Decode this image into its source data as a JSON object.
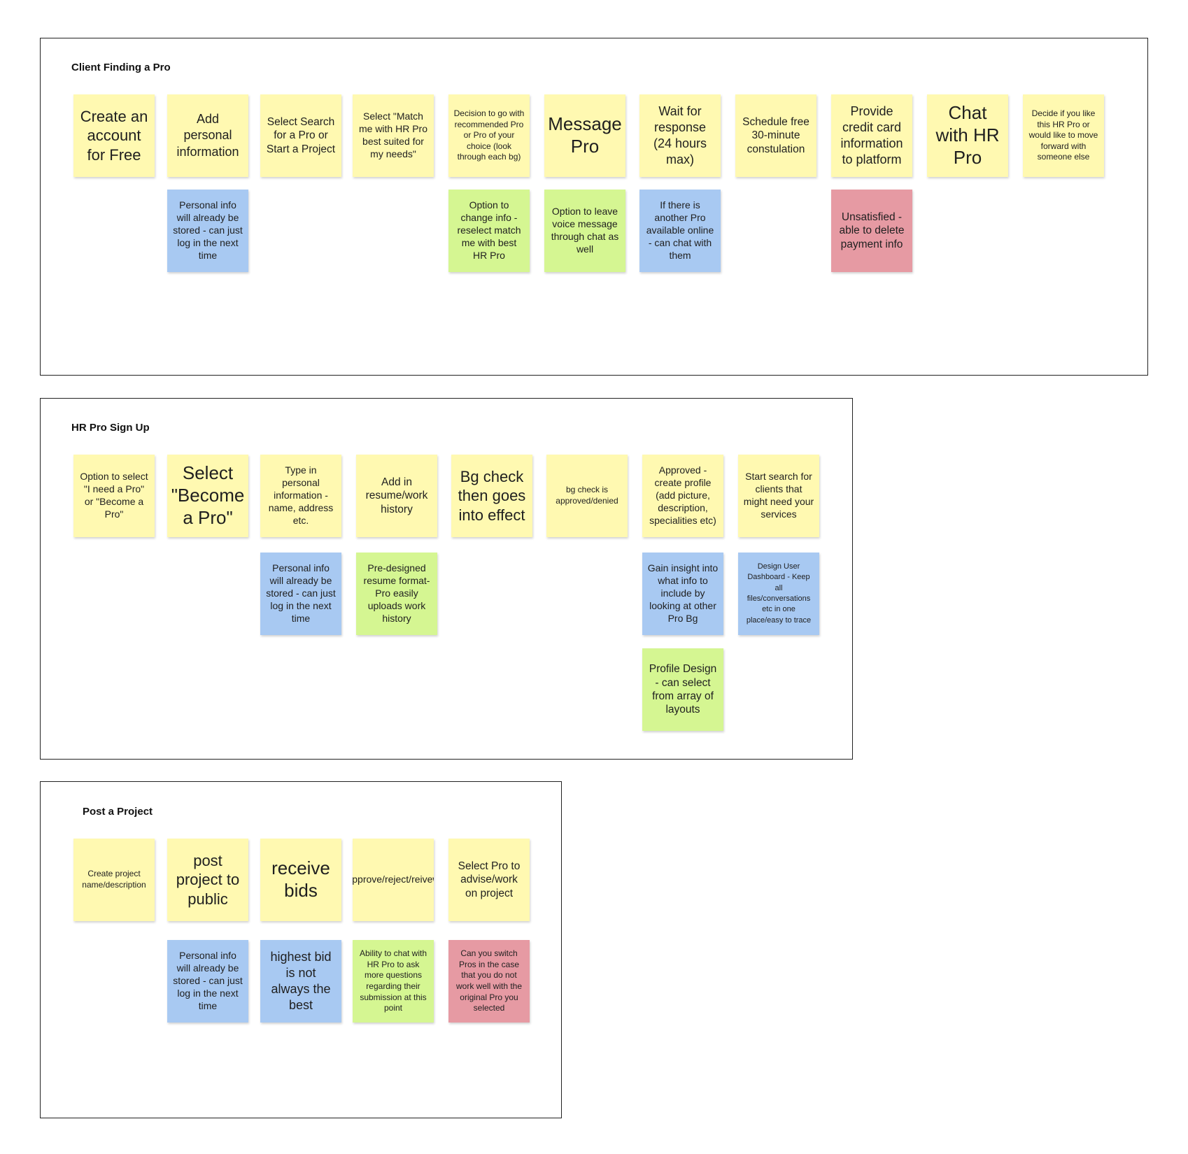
{
  "frames": [
    {
      "title": "Client Finding a Pro",
      "notes": [
        {
          "text": "Create an account for Free",
          "color": "yellow"
        },
        {
          "text": "Add personal information",
          "color": "yellow"
        },
        {
          "text": "Select Search for a Pro or Start a Project",
          "color": "yellow"
        },
        {
          "text": "Select \"Match me with HR Pro best suited for my needs\"",
          "color": "yellow"
        },
        {
          "text": "Decision to go with recommended Pro or Pro of your choice (look through each bg)",
          "color": "yellow"
        },
        {
          "text": "Message Pro",
          "color": "yellow"
        },
        {
          "text": "Wait for response (24 hours max)",
          "color": "yellow"
        },
        {
          "text": "Schedule free 30-minute constulation",
          "color": "yellow"
        },
        {
          "text": "Provide credit card information to platform",
          "color": "yellow"
        },
        {
          "text": "Chat with HR Pro",
          "color": "yellow"
        },
        {
          "text": "Decide if you like this HR Pro or would like to move forward with someone else",
          "color": "yellow"
        },
        {
          "text": "Personal info will already be stored - can just log in the next time",
          "color": "blue"
        },
        {
          "text": "Option to change info - reselect match me with best HR Pro",
          "color": "green"
        },
        {
          "text": "Option to leave voice message through chat as well",
          "color": "green"
        },
        {
          "text": "If there is another Pro available online - can chat with them",
          "color": "blue"
        },
        {
          "text": "Unsatisfied - able to delete payment info",
          "color": "red"
        }
      ]
    },
    {
      "title": "HR Pro Sign Up",
      "notes": [
        {
          "text": "Option to select \"I need a Pro\" or \"Become a Pro\"",
          "color": "yellow"
        },
        {
          "text": "Select \"Become a Pro\"",
          "color": "yellow"
        },
        {
          "text": "Type in personal information - name, address etc.",
          "color": "yellow"
        },
        {
          "text": "Add in resume/work history",
          "color": "yellow"
        },
        {
          "text": "Bg check then goes into effect",
          "color": "yellow"
        },
        {
          "text": "bg check is approved/denied",
          "color": "yellow"
        },
        {
          "text": "Approved - create profile (add picture, description, specialities etc)",
          "color": "yellow"
        },
        {
          "text": "Start search for clients that might need your services",
          "color": "yellow"
        },
        {
          "text": "Personal info will already be stored - can just log in the next time",
          "color": "blue"
        },
        {
          "text": "Pre-designed resume format- Pro easily uploads work history",
          "color": "green"
        },
        {
          "text": "Gain insight into what info to include by looking at other Pro Bg",
          "color": "blue"
        },
        {
          "text": "Design User Dashboard - Keep all files/conversations etc in one place/easy to trace",
          "color": "blue"
        },
        {
          "text": "Profile Design - can select from array of layouts",
          "color": "green"
        }
      ]
    },
    {
      "title": "Post a Project",
      "notes": [
        {
          "text": "Create project name/description",
          "color": "yellow"
        },
        {
          "text": "post project to public",
          "color": "yellow"
        },
        {
          "text": "receive bids",
          "color": "yellow"
        },
        {
          "text": "approve/reject/reivew",
          "color": "yellow"
        },
        {
          "text": "Select Pro to advise/work on project",
          "color": "yellow"
        },
        {
          "text": "Personal info will already be stored - can just log in the next time",
          "color": "blue"
        },
        {
          "text": "highest bid is not always the best",
          "color": "blue"
        },
        {
          "text": "Ability to chat with HR Pro to ask more questions regarding their submission at this point",
          "color": "green"
        },
        {
          "text": "Can you switch Pros in the case that you do not work well with the original Pro you selected",
          "color": "red"
        }
      ]
    }
  ],
  "colors": {
    "yellow": "#fff9b1",
    "blue": "#a8c9f2",
    "green": "#d5f692",
    "red": "#e69aa3"
  }
}
